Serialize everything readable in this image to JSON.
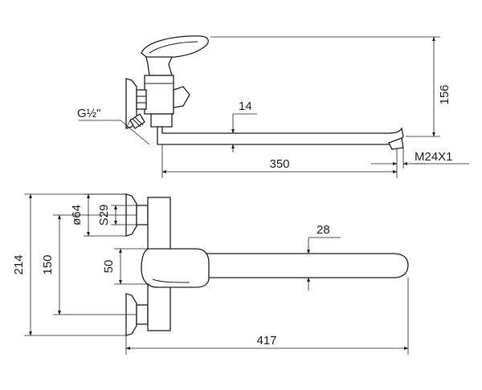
{
  "drawing": {
    "top_view": {
      "thread_label": "G½\"",
      "spout_thickness": "14",
      "spout_reach": "350",
      "height_label": "156",
      "aerator_thread": "M24X1"
    },
    "front_view": {
      "flange_diameter": "ø64",
      "wrench_size": "S29",
      "total_height": "214",
      "connection_spacing": "150",
      "handle_height": "50",
      "spout_diameter": "28",
      "total_length": "417"
    }
  },
  "colors": {
    "line": "#1a1a1a",
    "background": "#ffffff"
  }
}
